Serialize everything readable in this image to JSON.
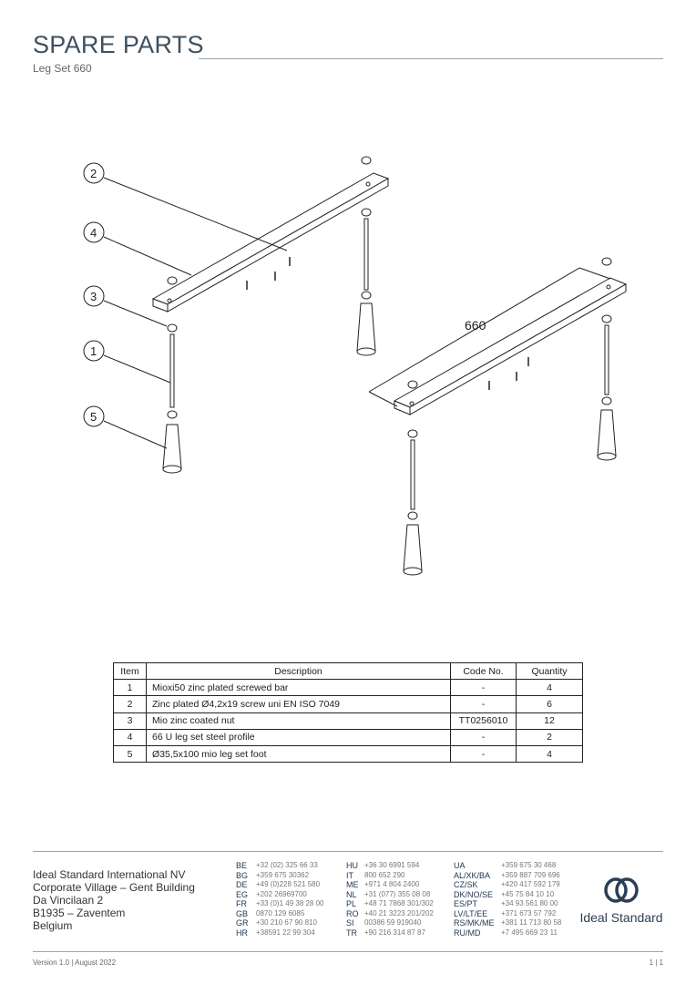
{
  "header": {
    "title": "SPARE PARTS",
    "subtitle": "Leg Set 660"
  },
  "diagram": {
    "callouts": [
      "2",
      "4",
      "3",
      "1",
      "5"
    ],
    "dimension": "660"
  },
  "table": {
    "headers": [
      "Item",
      "Description",
      "Code No.",
      "Quantity"
    ],
    "rows": [
      [
        "1",
        "Mioxi50 zinc plated screwed bar",
        "-",
        "4"
      ],
      [
        "2",
        "Zinc plated Ø4,2x19 screw uni EN ISO 7049",
        "-",
        "6"
      ],
      [
        "3",
        "Mio zinc coated nut",
        "TT0256010",
        "12"
      ],
      [
        "4",
        "66 U leg set steel profile",
        "-",
        "2"
      ],
      [
        "5",
        "Ø35,5x100 mio leg set foot",
        "-",
        "4"
      ]
    ]
  },
  "footer": {
    "address": [
      "Ideal Standard International NV",
      "Corporate Village – Gent Building",
      "Da Vincilaan 2",
      "B1935 – Zaventem",
      "Belgium"
    ],
    "contacts": [
      [
        [
          "BE",
          "+32 (02) 325 66 33"
        ],
        [
          "BG",
          "+359 675 30362"
        ],
        [
          "DE",
          "+49 (0)228 521 580"
        ],
        [
          "EG",
          "+202 26969700"
        ],
        [
          "FR",
          "+33 (0)1 49 38 28 00"
        ],
        [
          "GB",
          "0870 129 6085"
        ],
        [
          "GR",
          "+30 210 67 90 810"
        ],
        [
          "HR",
          "+38591 22 99 304"
        ]
      ],
      [
        [
          "HU",
          "+36 30 6991 594"
        ],
        [
          "IT",
          "800 652 290"
        ],
        [
          "ME",
          "+971 4 804 2400"
        ],
        [
          "NL",
          "+31 (077) 355 08 08"
        ],
        [
          "PL",
          "+48 71 7868 301/302"
        ],
        [
          "RO",
          "+40 21 3223 201/202"
        ],
        [
          "SI",
          "00386 59 919040"
        ],
        [
          "TR",
          "+90 216 314 87 87"
        ]
      ],
      [
        [
          "UA",
          "+359 675 30 468"
        ],
        [
          "AL/XK/BA",
          "+359 887 709 696"
        ],
        [
          "CZ/SK",
          "+420 417 592 179"
        ],
        [
          "DK/NO/SE",
          "+45 75 84 10 10"
        ],
        [
          "ES/PT",
          "+34 93 561 80 00"
        ],
        [
          "LV/LT/EE",
          "+371 673 57 792"
        ],
        [
          "RS/MK/ME",
          "+381 11 713 80 58"
        ],
        [
          "RU/MD",
          "+7 495 669 23 11"
        ]
      ]
    ],
    "brand": "Ideal Standard",
    "version": "Version 1.0  |  August 2022",
    "page": "1 | 1"
  }
}
